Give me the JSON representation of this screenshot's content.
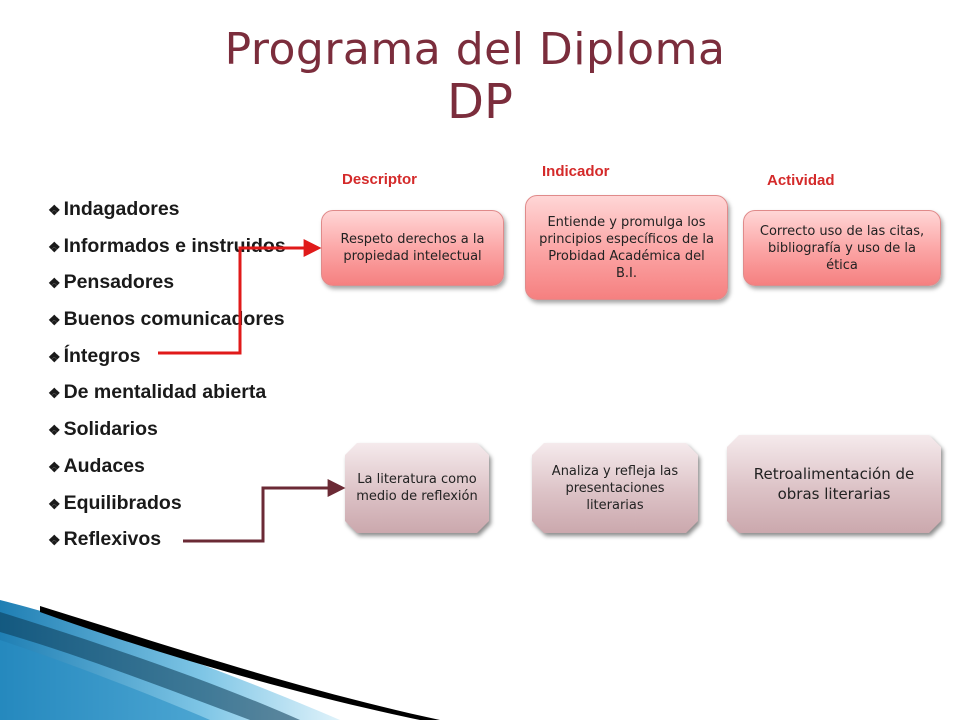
{
  "title": {
    "line1": "Programa del Diploma",
    "line2": "DP"
  },
  "columns": {
    "descriptor": "Descriptor",
    "indicador": "Indicador",
    "actividad": "Actividad"
  },
  "attributes": [
    "Indagadores",
    "Informados e instruidos",
    "Pensadores",
    "Buenos comunicadores",
    "Íntegros",
    "De mentalidad abierta",
    "Solidarios",
    "Audaces",
    "Equilibrados",
    "Reflexivos"
  ],
  "row1": {
    "descriptor": "Respeto derechos a la propiedad intelectual",
    "indicador": "Entiende y promulga los principios específicos de la Probidad Académica del B.I.",
    "actividad": "Correcto uso de las citas, bibliografía y uso de la ética"
  },
  "row2": {
    "descriptor": "La literatura como medio de reflexión",
    "indicador": "Analiza y refleja las presentaciones literarias",
    "actividad": "Retroalimentación de obras literarias"
  },
  "colors": {
    "title": "#7b2d3c",
    "column_label": "#d42a2a",
    "connector_red": "#e01a1a",
    "connector_brown": "#6b2a35",
    "pink_box": "#fba3a3",
    "mauve_box": "#dcc2c6"
  }
}
